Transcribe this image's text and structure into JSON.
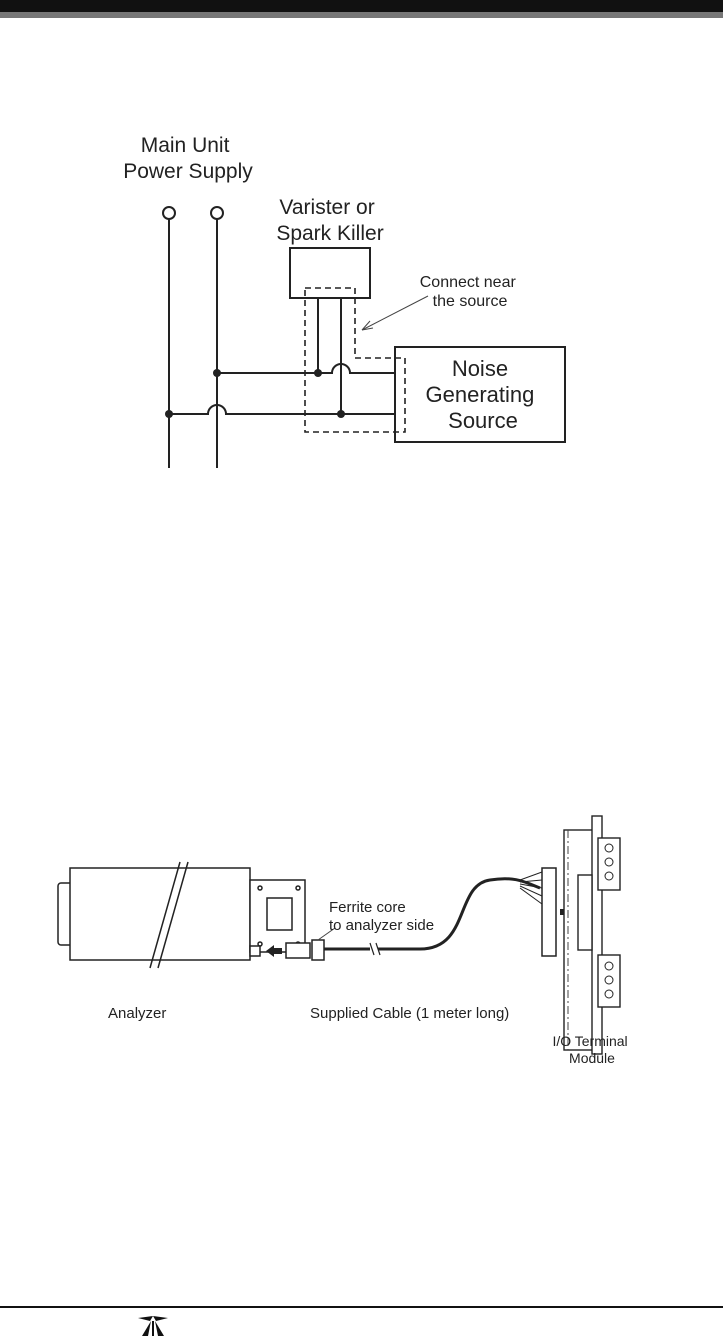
{
  "wiring_diagram": {
    "power_supply_label": [
      "Main Unit",
      "Power Supply"
    ],
    "varister_label": [
      "Varister or",
      "Spark Killer"
    ],
    "connect_note": [
      "Connect near",
      "the source"
    ],
    "noise_source_label": [
      "Noise",
      "Generating",
      "Source"
    ]
  },
  "cable_diagram": {
    "analyzer_label": "Analyzer",
    "ferrite_label": [
      "Ferrite core",
      "to analyzer side"
    ],
    "cable_label": "Supplied Cable (1 meter long)",
    "terminal_label": [
      "I/O Terminal",
      "Module"
    ]
  },
  "footer": {
    "logo_icon": "teledyne-logo-icon"
  }
}
